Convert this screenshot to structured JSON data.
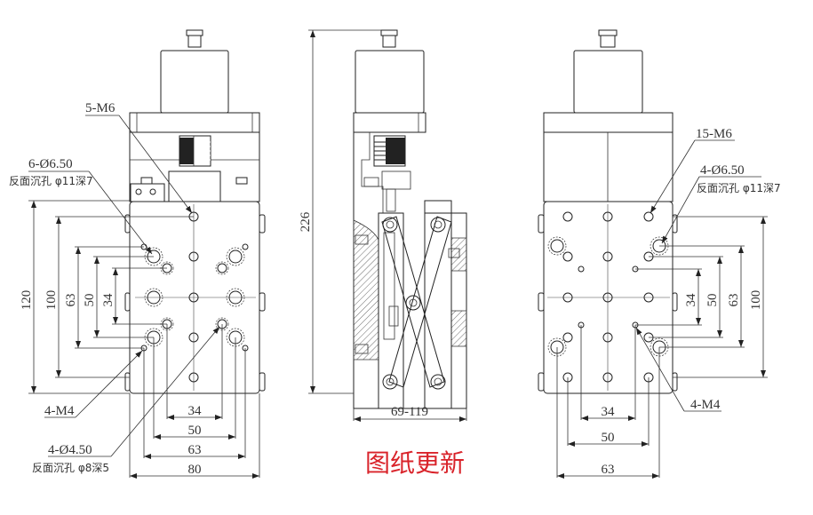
{
  "drawing": {
    "watermark": "图纸更新",
    "left_view": {
      "callouts": {
        "m6": "5-M6",
        "thru_holes": "6-Ø6.50",
        "thru_holes_note": "反面沉孔 φ11深7",
        "m4": "4-M4",
        "small_holes": "4-Ø4.50",
        "small_holes_note": "反面沉孔 φ8深5"
      },
      "vertical_dims": [
        "120",
        "100",
        "63",
        "50",
        "34"
      ],
      "horizontal_dims": [
        "34",
        "50",
        "63",
        "80"
      ]
    },
    "side_view": {
      "height_dim": "226",
      "stroke_dim": "69-119"
    },
    "right_view": {
      "callouts": {
        "m6": "15-M6",
        "thru_holes": "4-Ø6.50",
        "thru_holes_note": "反面沉孔 φ11深7",
        "m4": "4-M4"
      },
      "vertical_dims": [
        "34",
        "50",
        "63",
        "100"
      ],
      "horizontal_dims": [
        "34",
        "50",
        "63"
      ]
    }
  }
}
